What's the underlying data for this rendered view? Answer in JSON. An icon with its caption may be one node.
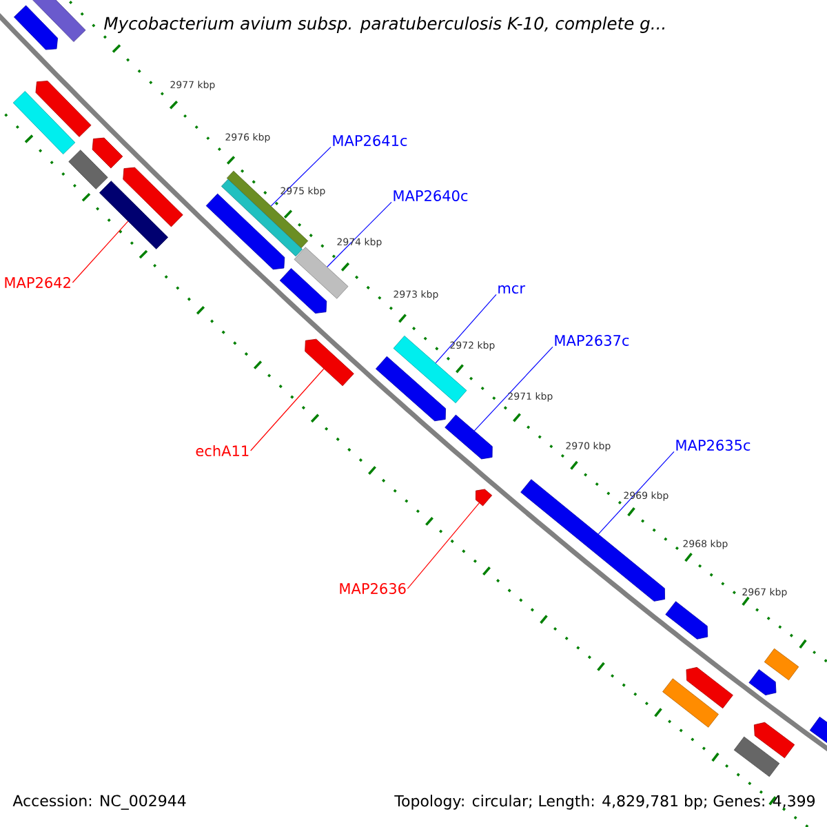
{
  "diagram": {
    "title": "Mycobacterium avium subsp. paratuberculosis K-10, complete g...",
    "nodes": [
      {
        "text": [
          "MAP2641c"
        ]
      },
      {
        "text": [
          "MAP2640c"
        ]
      },
      {
        "text": [
          "mcr"
        ]
      },
      {
        "text": [
          "MAP2637c"
        ]
      },
      {
        "text": [
          "MAP2635c"
        ]
      },
      {
        "text": [
          "MAP2642"
        ]
      },
      {
        "text": [
          "echA11"
        ]
      },
      {
        "text": [
          "MAP2636"
        ]
      },
      {
        "text": [],
        "shape": "bar"
      },
      {
        "text": [],
        "shape": "arrow"
      },
      {
        "text": [],
        "shape": "arrow"
      },
      {
        "text": [],
        "shape": "bar"
      },
      {
        "text": [],
        "shape": "arrow"
      },
      {
        "text": [],
        "shape": "bar"
      },
      {
        "text": [],
        "shape": "arrow"
      },
      {
        "text": [],
        "shape": "bar"
      },
      {
        "text": [],
        "shape": "bar"
      },
      {
        "text": [],
        "shape": "bar"
      },
      {
        "text": [],
        "shape": "arrow"
      },
      {
        "text": [],
        "shape": "bar"
      },
      {
        "text": [],
        "shape": "arrow"
      },
      {
        "text": [],
        "shape": "arrow"
      },
      {
        "text": [],
        "shape": "bar"
      },
      {
        "text": [],
        "shape": "arrow"
      },
      {
        "text": [],
        "shape": "arrow"
      },
      {
        "text": [],
        "shape": "arrow"
      },
      {
        "text": [],
        "shape": "arrow"
      },
      {
        "text": [],
        "shape": "arrow"
      },
      {
        "text": [],
        "shape": "bar"
      },
      {
        "text": [],
        "shape": "arrow"
      },
      {
        "text": [],
        "shape": "arrow"
      },
      {
        "text": [],
        "shape": "bar"
      },
      {
        "text": [],
        "shape": "arrow"
      },
      {
        "text": [],
        "shape": "bar"
      },
      {
        "text": [],
        "shape": "arrow"
      }
    ],
    "edges": [
      {
        "from": 0,
        "to": 16,
        "arrow": "none"
      },
      {
        "from": 1,
        "to": 19,
        "arrow": "none"
      },
      {
        "from": 2,
        "to": 22,
        "arrow": "none"
      },
      {
        "from": 3,
        "to": 24,
        "arrow": "none"
      },
      {
        "from": 4,
        "to": 26,
        "arrow": "none"
      },
      {
        "from": 5,
        "to": 15,
        "arrow": "none",
        "color": "#ff0000"
      },
      {
        "from": 6,
        "to": 21,
        "arrow": "none",
        "color": "#ff0000"
      },
      {
        "from": 7,
        "to": 25,
        "arrow": "none",
        "color": "#ff0000"
      }
    ],
    "labels": [
      "2977 kbp",
      "2976 kbp",
      "2975 kbp",
      "2974 kbp",
      "2973 kbp",
      "2972 kbp",
      "2971 kbp",
      "2970 kbp",
      "2969 kbp",
      "2968 kbp",
      "2967 kbp",
      "Accession: NC_002944",
      "Topology: circular; Length: 4,829,781 bp; Genes: 4,399"
    ]
  }
}
